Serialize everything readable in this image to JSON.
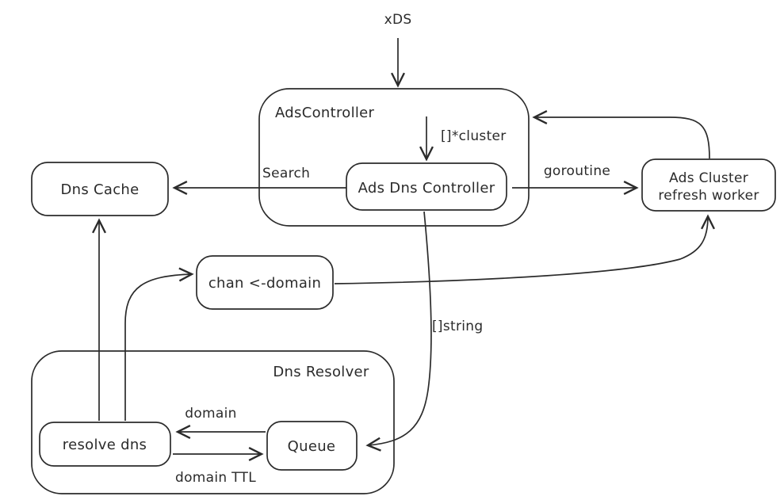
{
  "diagram": {
    "title_hint": "xDS DNS resolution architecture sketch",
    "colors": {
      "background": "#ffffff",
      "stroke": "#2b2b2b",
      "shape_fill": "#ffffff"
    },
    "nodes": {
      "ads_controller": {
        "label": "AdsController"
      },
      "ads_dns_controller": {
        "label": "Ads Dns Controller"
      },
      "dns_cache": {
        "label": "Dns Cache"
      },
      "ads_cluster_refresh_worker": {
        "label_line1": "Ads Cluster",
        "label_line2": "refresh worker"
      },
      "chan_domain": {
        "label": "chan <-domain"
      },
      "dns_resolver": {
        "label": "Dns Resolver"
      },
      "resolve_dns": {
        "label": "resolve dns"
      },
      "queue": {
        "label": "Queue"
      }
    },
    "edge_labels": {
      "xds": "xDS",
      "cluster_slice": "[]*cluster",
      "search": "Search",
      "goroutine": "goroutine",
      "string_slice": "[]string",
      "domain": "domain",
      "domain_ttl": "domain TTL"
    }
  }
}
